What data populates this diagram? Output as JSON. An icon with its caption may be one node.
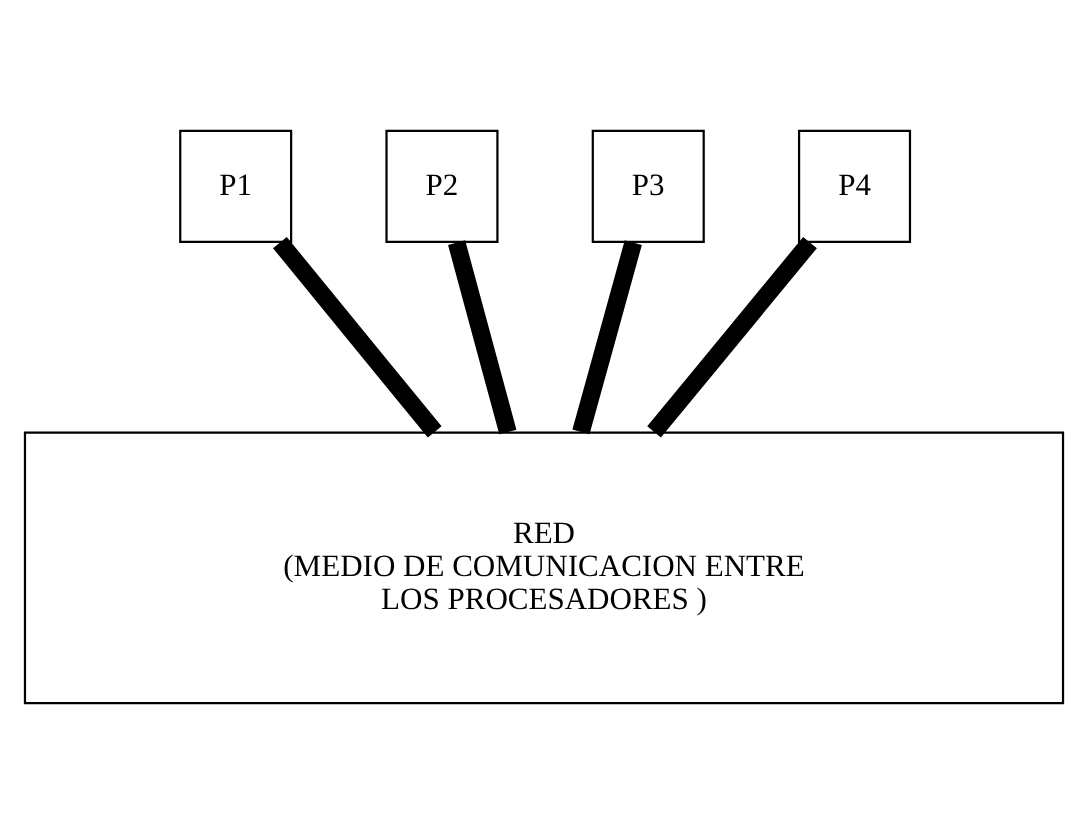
{
  "diagram": {
    "nodes": [
      {
        "text": [
          "P1"
        ]
      },
      {
        "text": [
          "P2"
        ]
      },
      {
        "text": [
          "P3"
        ]
      },
      {
        "text": [
          "P4"
        ]
      },
      {
        "text": [
          "RED",
          "(MEDIO DE COMUNICACION ENTRE LOS PROCESADORES )"
        ]
      }
    ],
    "edges": [
      {
        "from": 0,
        "to": 4,
        "arrow": "none"
      },
      {
        "from": 1,
        "to": 4,
        "arrow": "none"
      },
      {
        "from": 2,
        "to": 4,
        "arrow": "none"
      },
      {
        "from": 3,
        "to": 4,
        "arrow": "none"
      }
    ]
  }
}
